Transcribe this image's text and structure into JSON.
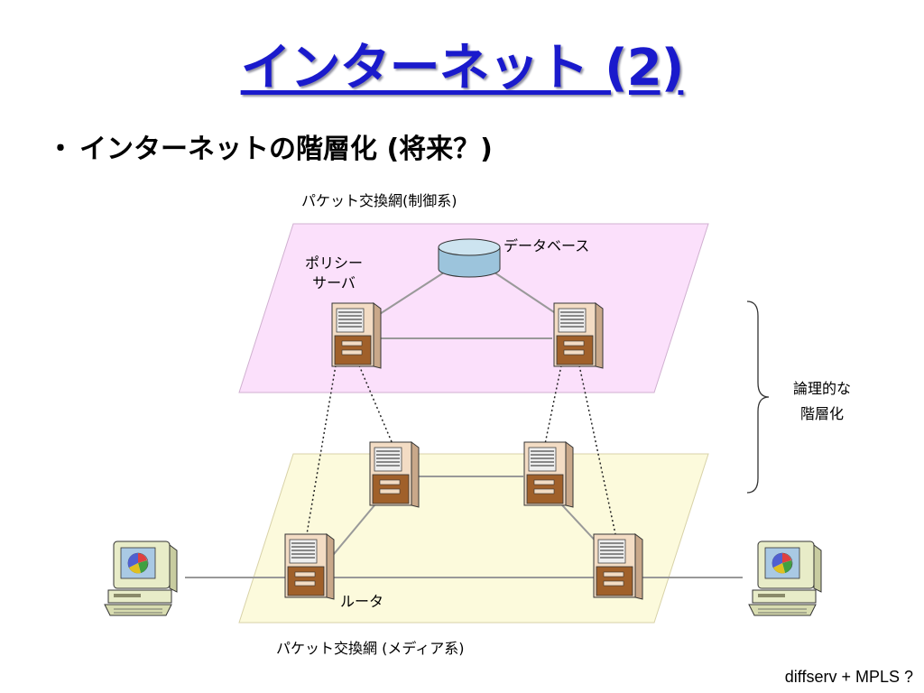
{
  "slide": {
    "title": "インターネット (2)",
    "bullet": "インターネットの階層化 (将来？)",
    "footer": "diffserv + MPLS ?"
  },
  "diagram": {
    "control_plane_label": "パケット交換網(制御系)",
    "media_plane_label": "パケット交換網 (メディア系)",
    "database_label": "データベース",
    "policy_server_label_line1": "ポリシー",
    "policy_server_label_line2": "サーバ",
    "router_label": "ルータ",
    "layering_label_line1": "論理的な",
    "layering_label_line2": "階層化",
    "colors": {
      "control_plane_fill": "#fbe0fb",
      "media_plane_fill": "#fcfadc",
      "server_body": "#f3dcc4",
      "server_drawer": "#a0602a",
      "database": "#9cc4dc",
      "link": "#999999",
      "title": "#1a1acc"
    },
    "icons": [
      "database-icon",
      "server-icon",
      "router-icon",
      "computer-icon",
      "brace-icon"
    ]
  }
}
